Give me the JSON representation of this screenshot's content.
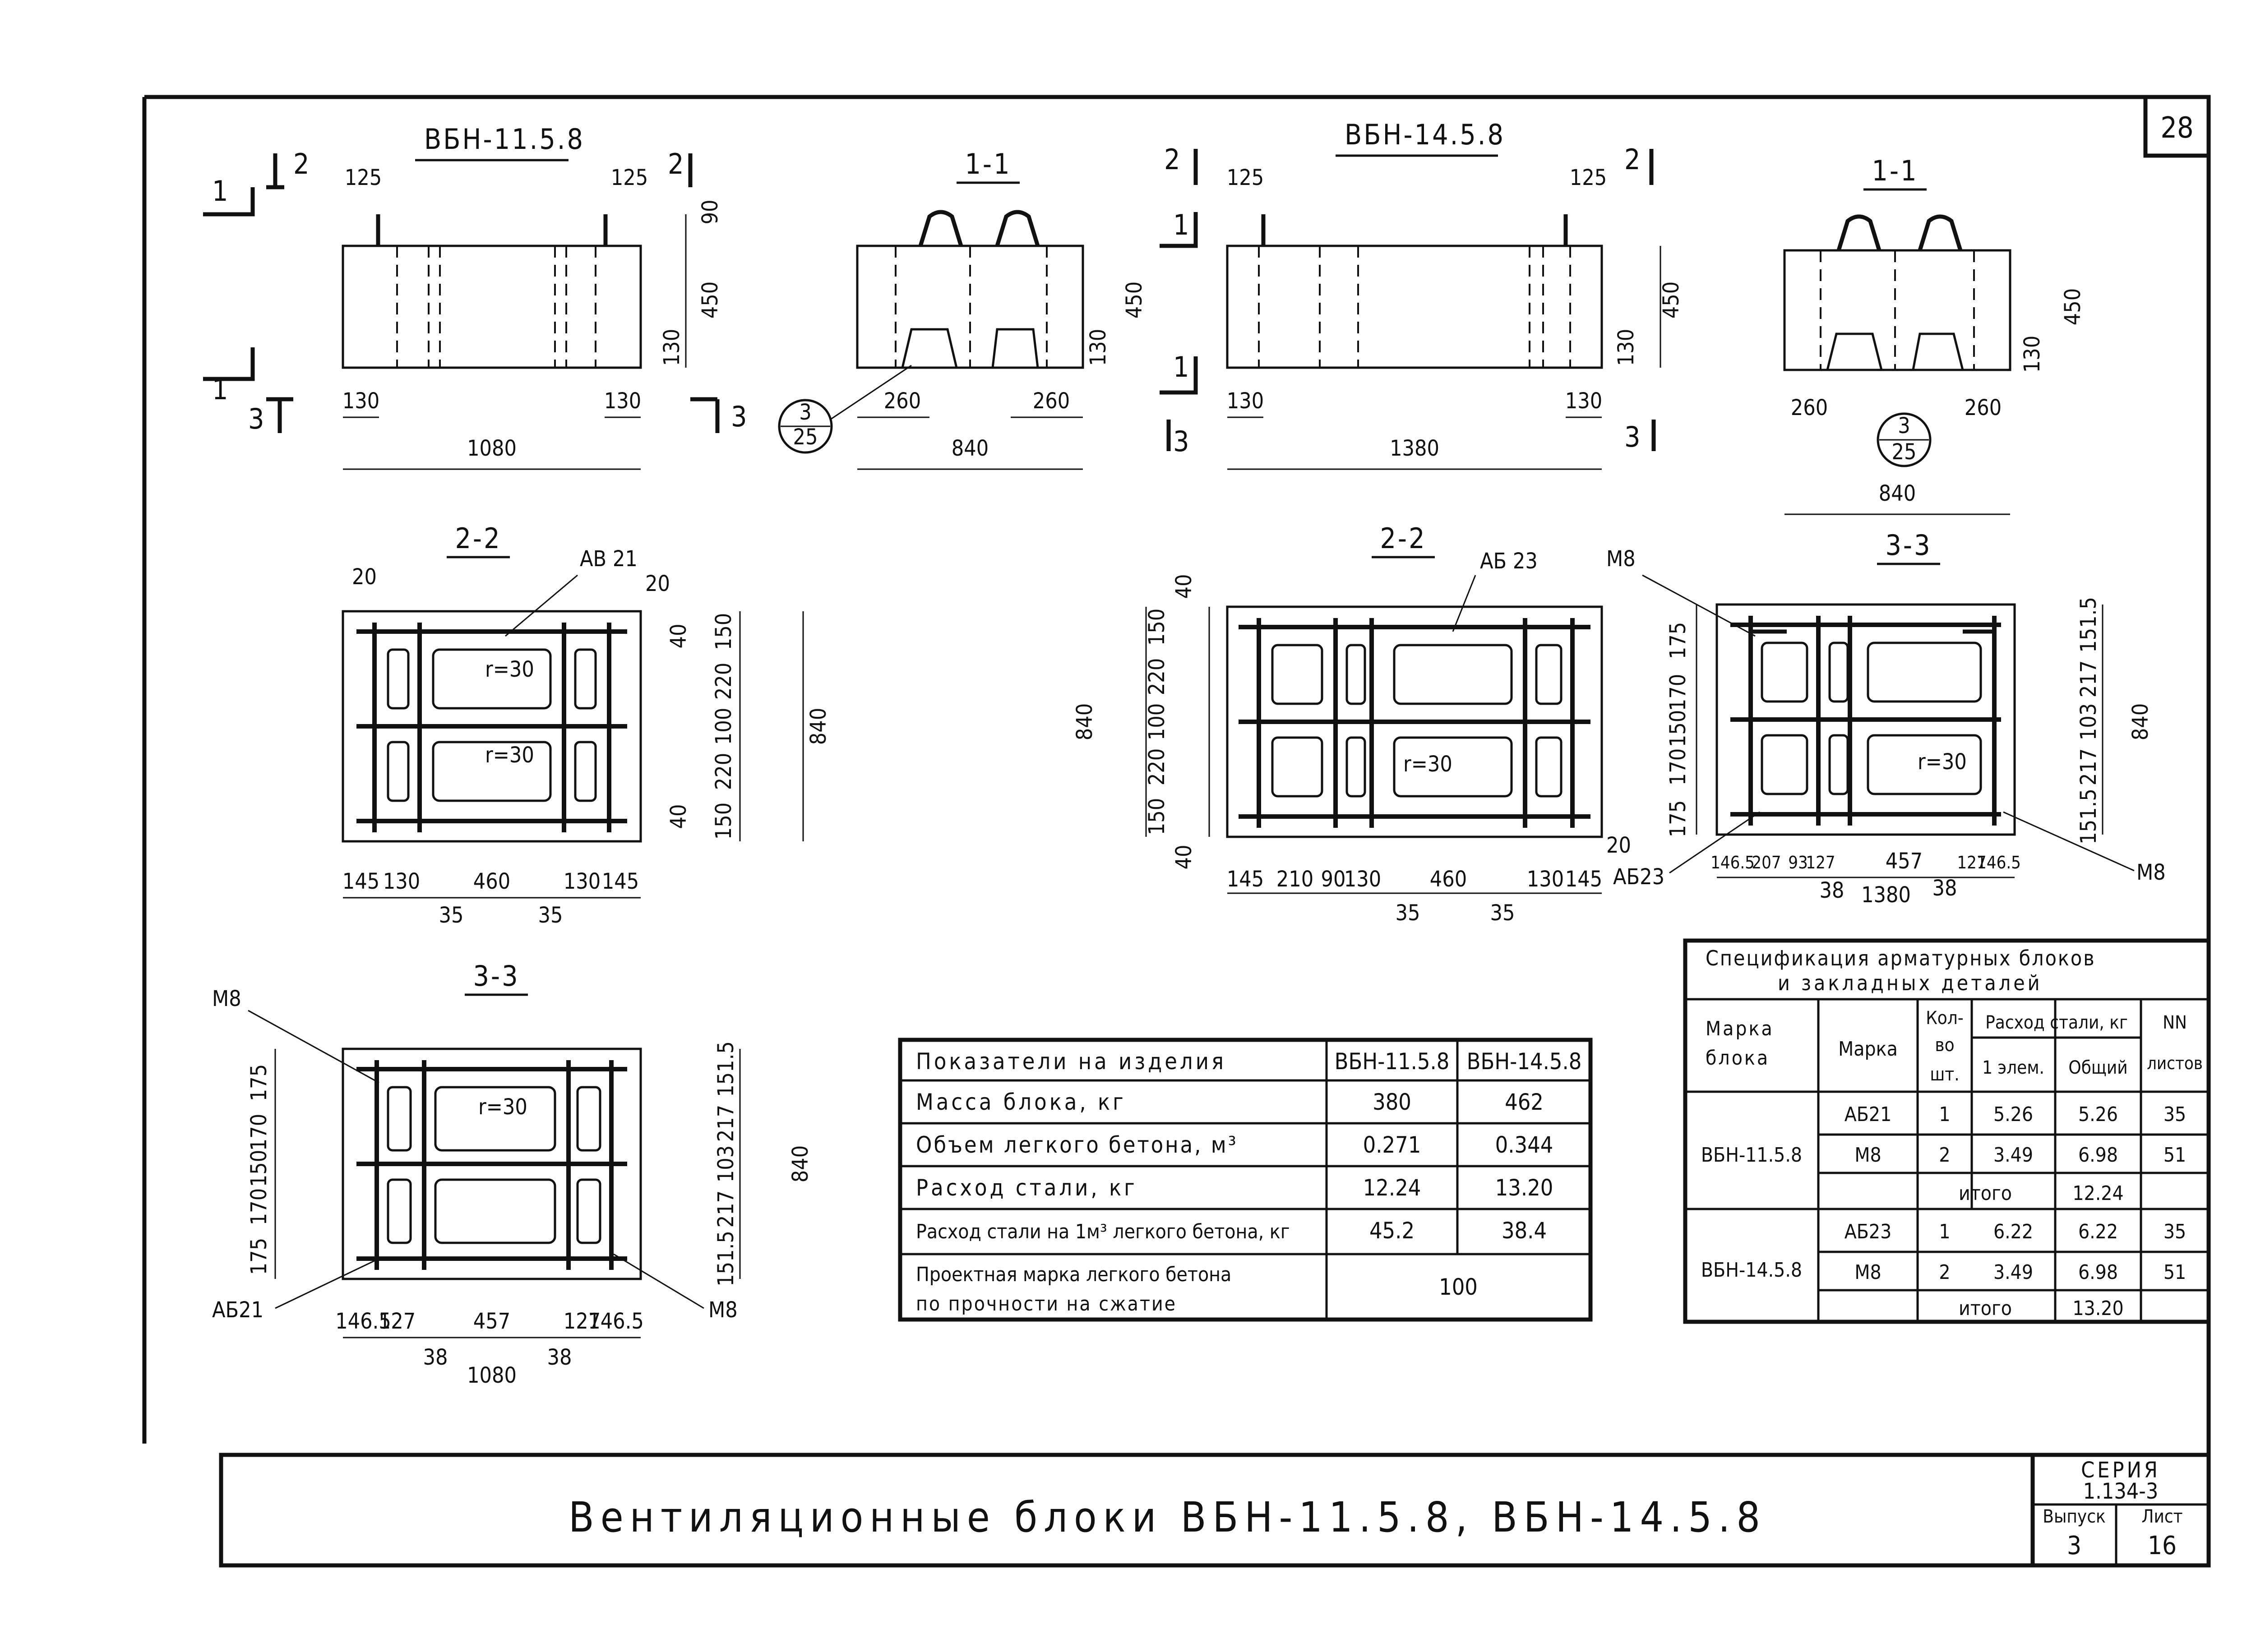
{
  "sheet": {
    "page_number": "28",
    "title": "Вентиляционные блоки ВБН-11.5.8, ВБН-14.5.8",
    "series_label": "СЕРИЯ",
    "series_value": "1.134-3",
    "issue_label": "Выпуск",
    "issue_value": "3",
    "sheet_label": "Лист",
    "sheet_value": "16"
  },
  "views": {
    "block1_name": "ВБН-11.5.8",
    "block2_name": "ВБН-14.5.8",
    "section_11": "1-1",
    "section_22": "2-2",
    "section_33": "3-3",
    "cut_1": "1",
    "cut_2": "2",
    "cut_3": "3",
    "note_top": "3",
    "note_bottom": "25",
    "radius": "r=30",
    "ab21": "АБ21",
    "ab21_alt": "АВ 21",
    "ab23": "АБ 23",
    "ab23_alt": "АБ23",
    "m8": "М8"
  },
  "dims": {
    "d125": "125",
    "d90": "90",
    "d450": "450",
    "d130": "130",
    "d1080": "1080",
    "d260": "260",
    "d840": "840",
    "d1380": "1380",
    "d20": "20",
    "d40": "40",
    "d150": "150",
    "d220": "220",
    "d100": "100",
    "d145": "145",
    "d460": "460",
    "d35": "35",
    "d210": "210",
    "d175": "175",
    "d170": "170",
    "d1515": "151.5",
    "d217": "217",
    "d103": "103",
    "d1465": "146.5",
    "d127": "127",
    "d457": "457",
    "d38": "38",
    "d207": "207",
    "d93": "93"
  },
  "indicators": {
    "headers": [
      "Показатели на изделия",
      "ВБН-11.5.8",
      "ВБН-14.5.8"
    ],
    "rows": [
      [
        "Масса блока, кг",
        "380",
        "462"
      ],
      [
        "Объем легкого бетона, м³",
        "0.271",
        "0.344"
      ],
      [
        "Расход стали, кг",
        "12.24",
        "13.20"
      ],
      [
        "Расход стали на 1м³ легкого бетона, кг",
        "45.2",
        "38.4"
      ]
    ],
    "last_row_label_1": "Проектная марка легкого бетона",
    "last_row_label_2": "по прочности на сжатие",
    "last_row_value": "100"
  },
  "specification": {
    "title_1": "Спецификация арматурных блоков",
    "title_2": "и закладных деталей",
    "h_block_1": "Марка",
    "h_block_2": "блока",
    "h_mark": "Марка",
    "h_qty_1": "Кол-",
    "h_qty_2": "во",
    "h_qty_3": "шт.",
    "h_steel": "Расход стали, кг",
    "h_one": "1 элем.",
    "h_total": "Общий",
    "h_sheets_1": "NN",
    "h_sheets_2": "листов",
    "b1": "ВБН-11.5.8",
    "b2": "ВБН-14.5.8",
    "r1": [
      "АБ21",
      "1",
      "5.26",
      "5.26",
      "35"
    ],
    "r2": [
      "М8",
      "2",
      "3.49",
      "6.98",
      "51"
    ],
    "total_label": "итого",
    "total1": "12.24",
    "r3": [
      "АБ23",
      "1",
      "6.22",
      "6.22",
      "35"
    ],
    "r4": [
      "М8",
      "2",
      "3.49",
      "6.98",
      "51"
    ],
    "total2": "13.20"
  }
}
